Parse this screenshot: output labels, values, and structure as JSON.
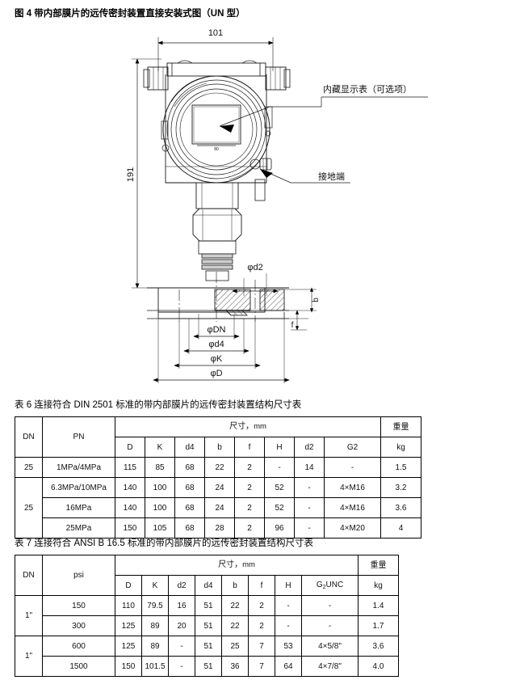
{
  "figure": {
    "title": "图 4 带内部膜片的远传密封装置直接安装式图（UN 型）",
    "dimensions": {
      "width_top": "101",
      "height_left": "191",
      "d2": "φd2",
      "dn": "φDN",
      "d4": "φd4",
      "k": "φK",
      "d": "φD",
      "b": "b",
      "f": "f"
    },
    "callouts": {
      "display": "内藏显示表（可选项）",
      "ground": "接地端"
    }
  },
  "table6": {
    "caption": "表 6 连接符合 DIN 2501 标准的带内部膜片的远传密封装置结构尺寸表",
    "header": {
      "dn": "DN",
      "pn": "PN",
      "size_group": "尺寸，",
      "size_unit": "mm",
      "weight_group": "重量",
      "weight_unit": "kg",
      "cols": [
        "D",
        "K",
        "d4",
        "b",
        "f",
        "H",
        "d2",
        "G2"
      ]
    },
    "rows": [
      {
        "dn": "25",
        "dn_span": 1,
        "pn": "1MPa/4MPa",
        "D": "115",
        "K": "85",
        "d4": "68",
        "b": "22",
        "f": "2",
        "H": "-",
        "d2": "14",
        "G2": "-",
        "kg": "1.5"
      },
      {
        "dn": "25",
        "dn_span": 3,
        "pn": "6.3MPa/10MPa",
        "D": "140",
        "K": "100",
        "d4": "68",
        "b": "24",
        "f": "2",
        "H": "52",
        "d2": "-",
        "G2": "4×M16",
        "kg": "3.2"
      },
      {
        "dn": "",
        "dn_span": 0,
        "pn": "16MPa",
        "D": "140",
        "K": "100",
        "d4": "68",
        "b": "24",
        "f": "2",
        "H": "52",
        "d2": "-",
        "G2": "4×M16",
        "kg": "3.6"
      },
      {
        "dn": "",
        "dn_span": 0,
        "pn": "25MPa",
        "D": "150",
        "K": "105",
        "d4": "68",
        "b": "28",
        "f": "2",
        "H": "96",
        "d2": "-",
        "G2": "4×M20",
        "kg": "4"
      }
    ]
  },
  "table7": {
    "caption": "表 7 连接符合 ANSI B 16.5 标准的带内部膜片的远传密封装置结构尺寸表",
    "header": {
      "dn": "DN",
      "pn": "psi",
      "size_group": "尺寸，",
      "size_unit": "mm",
      "weight_group": "重量",
      "weight_unit": "kg",
      "cols": [
        "D",
        "K",
        "d2",
        "d4",
        "b",
        "f",
        "H",
        "G2UNC"
      ]
    },
    "rows": [
      {
        "dn": "1\"",
        "dn_span": 2,
        "pn": "150",
        "D": "110",
        "K": "79.5",
        "d2": "16",
        "d4": "51",
        "b": "22",
        "f": "2",
        "H": "-",
        "G2": "-",
        "kg": "1.4"
      },
      {
        "dn": "",
        "dn_span": 0,
        "pn": "300",
        "D": "125",
        "K": "89",
        "d2": "20",
        "d4": "51",
        "b": "22",
        "f": "2",
        "H": "-",
        "G2": "-",
        "kg": "1.7"
      },
      {
        "dn": "1\"",
        "dn_span": 2,
        "pn": "600",
        "D": "125",
        "K": "89",
        "d2": "-",
        "d4": "51",
        "b": "25",
        "f": "7",
        "H": "53",
        "G2": "4×5/8\"",
        "kg": "3.6"
      },
      {
        "dn": "",
        "dn_span": 0,
        "pn": "1500",
        "D": "150",
        "K": "101.5",
        "d2": "-",
        "d4": "51",
        "b": "36",
        "f": "7",
        "H": "64",
        "G2": "4×7/8\"",
        "kg": "4.0"
      }
    ]
  }
}
